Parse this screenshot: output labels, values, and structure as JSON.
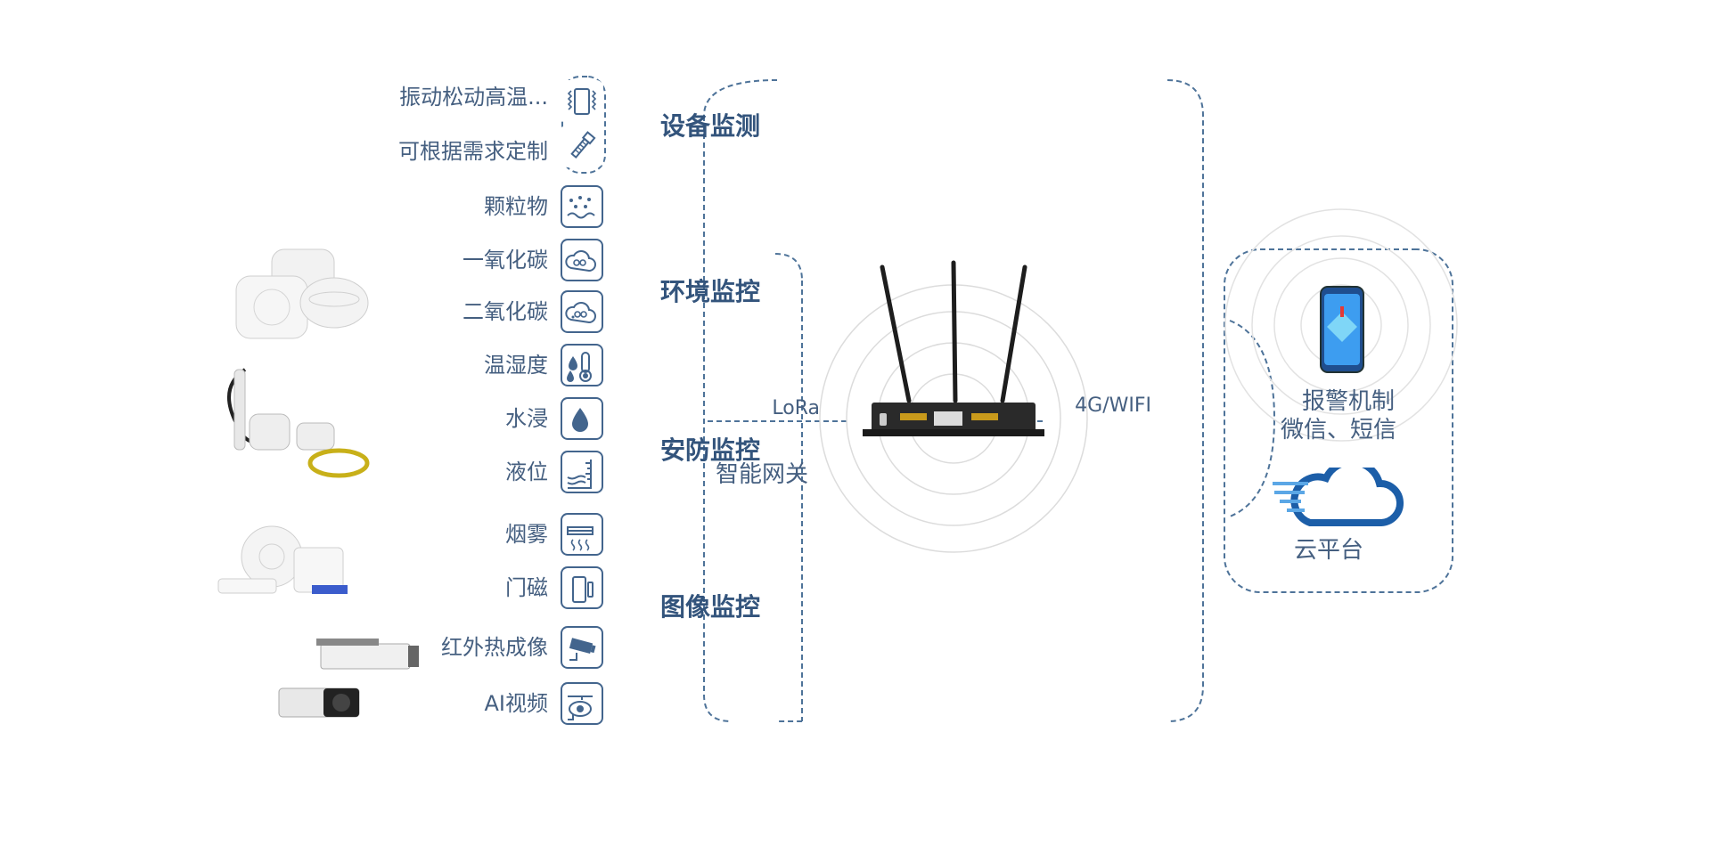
{
  "categories": [
    {
      "label": "设备监测"
    },
    {
      "label": "环境监控"
    },
    {
      "label": "安防监控"
    },
    {
      "label": "图像监控"
    }
  ],
  "sensors": [
    {
      "label": "振动松动高温...",
      "icon": "vibration-sensor-icon"
    },
    {
      "label": "可根据需求定制",
      "icon": "bolt-sensor-icon"
    },
    {
      "label": "颗粒物",
      "icon": "particulate-icon"
    },
    {
      "label": "一氧化碳",
      "icon": "co-cloud-icon"
    },
    {
      "label": "二氧化碳",
      "icon": "co2-cloud-icon"
    },
    {
      "label": "温湿度",
      "icon": "thermometer-droplet-icon"
    },
    {
      "label": "水浸",
      "icon": "water-drop-icon"
    },
    {
      "label": "液位",
      "icon": "liquid-level-icon"
    },
    {
      "label": "烟雾",
      "icon": "smoke-icon"
    },
    {
      "label": "门磁",
      "icon": "door-sensor-icon"
    },
    {
      "label": "红外热成像",
      "icon": "thermal-camera-icon"
    },
    {
      "label": "AI视频",
      "icon": "ai-camera-icon"
    }
  ],
  "gateway": {
    "label": "智能网关"
  },
  "links": {
    "left": "LoRa",
    "right": "4G/WIFI"
  },
  "endpoints": {
    "alarm_line1": "报警机制",
    "alarm_line2": "微信、短信",
    "cloud": "云平台"
  },
  "colors": {
    "line": "#4e7399",
    "text": "#455f80",
    "heading": "#33547c",
    "cloud": "#1c7fd6"
  }
}
